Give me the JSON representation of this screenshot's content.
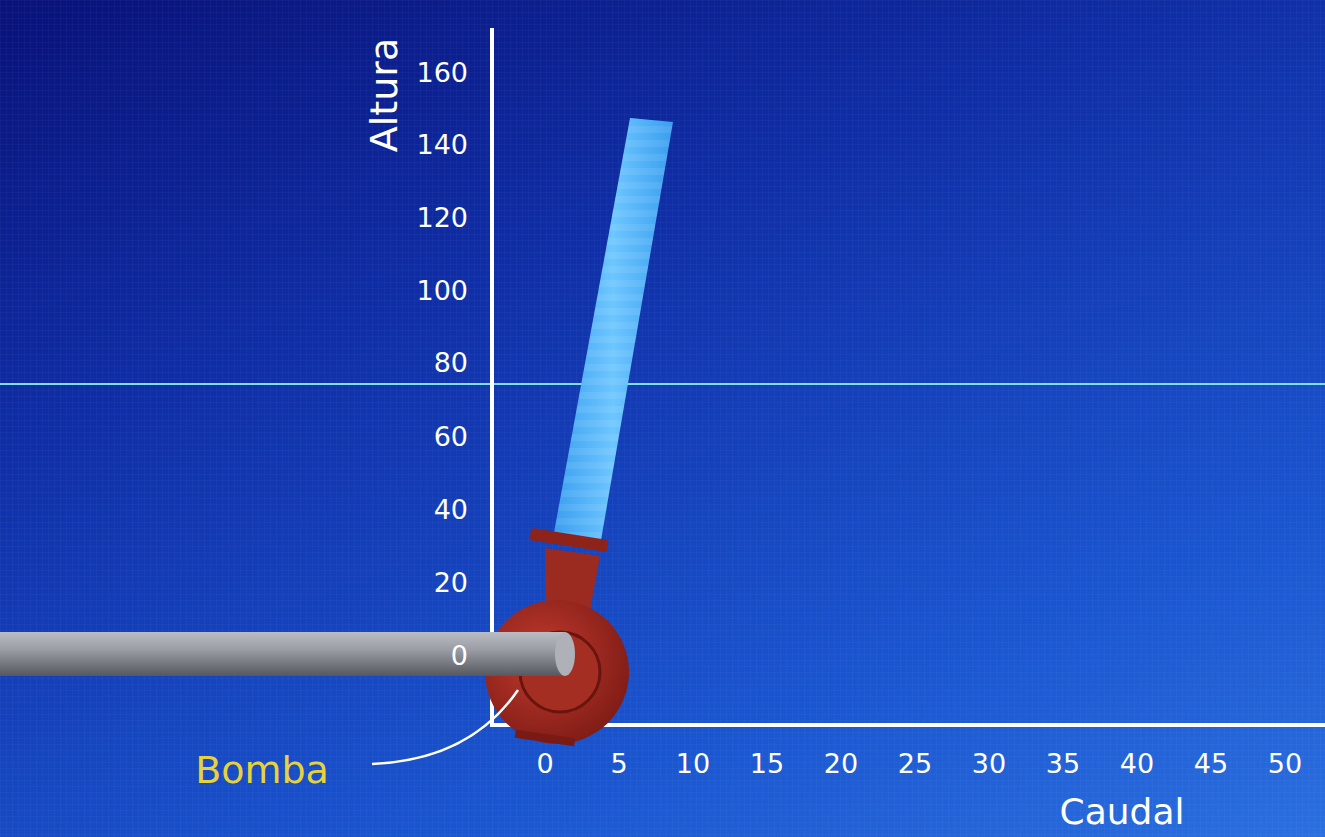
{
  "diagram": {
    "labels": [
      "Altura",
      "160",
      "140",
      "120",
      "100",
      "80",
      "60",
      "40",
      "20",
      "0",
      "0",
      "5",
      "10",
      "15",
      "20",
      "25",
      "30",
      "35",
      "40",
      "45",
      "50",
      "Caudal",
      "Bomba"
    ]
  }
}
